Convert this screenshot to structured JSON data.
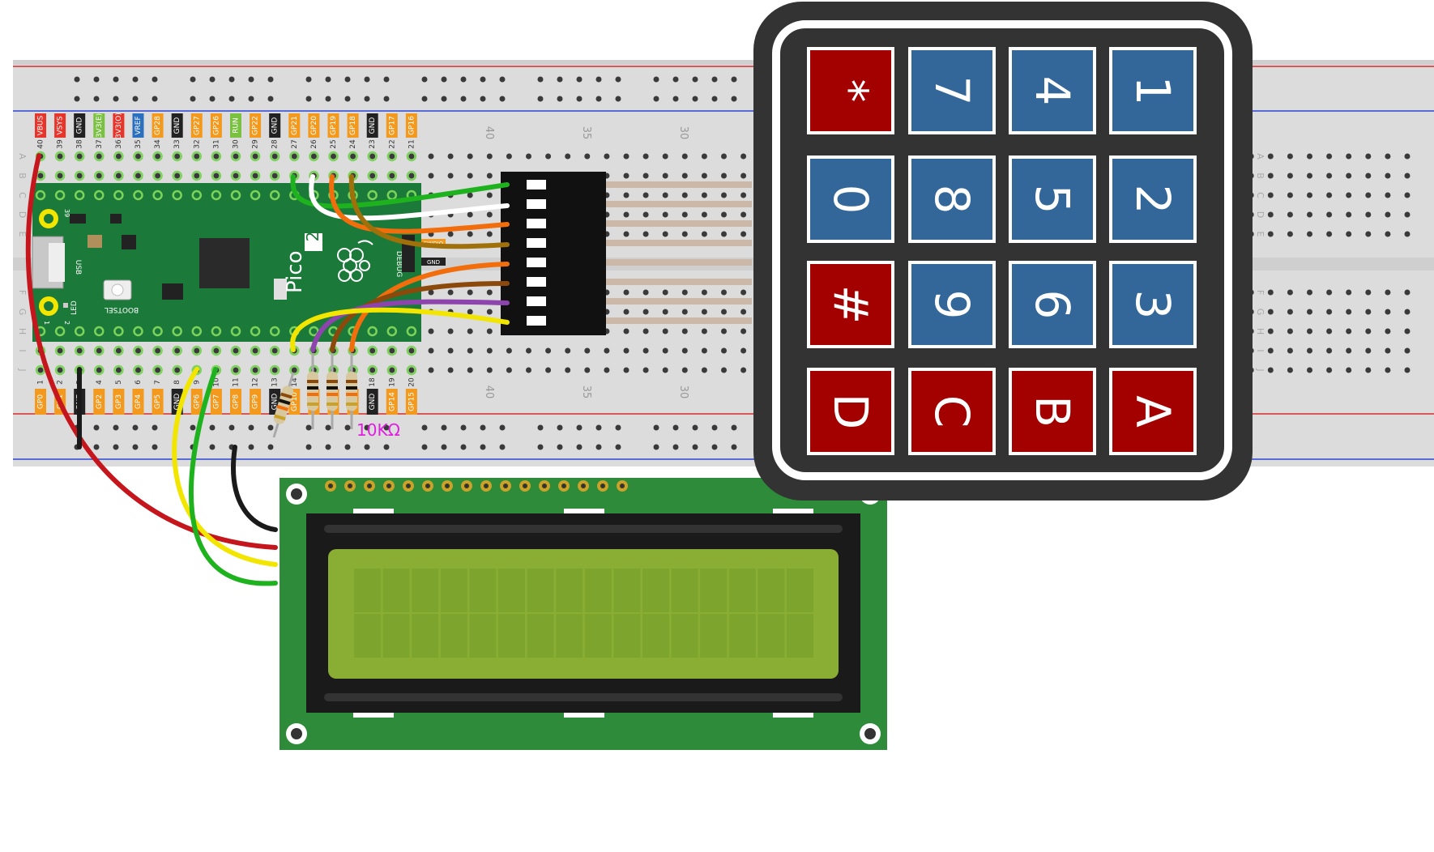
{
  "pico": {
    "top_pins": [
      {
        "label": "VBUS",
        "num": "40",
        "color": "#e7352b"
      },
      {
        "label": "VSYS",
        "num": "39",
        "color": "#e7352b"
      },
      {
        "label": "GND",
        "num": "38",
        "color": "#222222"
      },
      {
        "label": "3V3(E)",
        "num": "37",
        "color": "#7ac142"
      },
      {
        "label": "3V3(O)",
        "num": "36",
        "color": "#e7352b"
      },
      {
        "label": "VREF",
        "num": "35",
        "color": "#2b6fbf"
      },
      {
        "label": "GP28",
        "num": "34",
        "color": "#f39a1e"
      },
      {
        "label": "GND",
        "num": "33",
        "color": "#222222"
      },
      {
        "label": "GP27",
        "num": "32",
        "color": "#f39a1e"
      },
      {
        "label": "GP26",
        "num": "31",
        "color": "#f39a1e"
      },
      {
        "label": "RUN",
        "num": "30",
        "color": "#7ac142"
      },
      {
        "label": "GP22",
        "num": "29",
        "color": "#f39a1e"
      },
      {
        "label": "GND",
        "num": "28",
        "color": "#222222"
      },
      {
        "label": "GP21",
        "num": "27",
        "color": "#f39a1e"
      },
      {
        "label": "GP20",
        "num": "26",
        "color": "#f39a1e"
      },
      {
        "label": "GP19",
        "num": "25",
        "color": "#f39a1e"
      },
      {
        "label": "GP18",
        "num": "24",
        "color": "#f39a1e"
      },
      {
        "label": "GND",
        "num": "23",
        "color": "#222222"
      },
      {
        "label": "GP17",
        "num": "22",
        "color": "#f39a1e"
      },
      {
        "label": "GP16",
        "num": "21",
        "color": "#f39a1e"
      }
    ],
    "bottom_pins": [
      {
        "label": "GP0",
        "num": "1",
        "color": "#f39a1e"
      },
      {
        "label": "GP1",
        "num": "2",
        "color": "#f39a1e"
      },
      {
        "label": "GND",
        "num": "3",
        "color": "#222222"
      },
      {
        "label": "GP2",
        "num": "4",
        "color": "#f39a1e"
      },
      {
        "label": "GP3",
        "num": "5",
        "color": "#f39a1e"
      },
      {
        "label": "GP4",
        "num": "6",
        "color": "#f39a1e"
      },
      {
        "label": "GP5",
        "num": "7",
        "color": "#f39a1e"
      },
      {
        "label": "GND",
        "num": "8",
        "color": "#222222"
      },
      {
        "label": "GP6",
        "num": "9",
        "color": "#f39a1e"
      },
      {
        "label": "GP7",
        "num": "10",
        "color": "#f39a1e"
      },
      {
        "label": "GP8",
        "num": "11",
        "color": "#f39a1e"
      },
      {
        "label": "GP9",
        "num": "12",
        "color": "#f39a1e"
      },
      {
        "label": "GND",
        "num": "13",
        "color": "#222222"
      },
      {
        "label": "GP10",
        "num": "14",
        "color": "#f39a1e"
      },
      {
        "label": "GP11",
        "num": "15",
        "color": "#f39a1e"
      },
      {
        "label": "GP12",
        "num": "16",
        "color": "#f39a1e"
      },
      {
        "label": "GP13",
        "num": "17",
        "color": "#f39a1e"
      },
      {
        "label": "GND",
        "num": "18",
        "color": "#222222"
      },
      {
        "label": "GP14",
        "num": "19",
        "color": "#f39a1e"
      },
      {
        "label": "GP15",
        "num": "20",
        "color": "#f39a1e"
      }
    ],
    "board_text": "Pico",
    "board_badge": "2",
    "usb_label": "USB",
    "led_label": "LED",
    "bootsel_label": "BOOTSEL",
    "debug_label": "DEBUG",
    "swdio_label": "SWDIO",
    "gnd_label": "GND",
    "pin_num_39": "39",
    "pin_num_1": "1",
    "pin_num_2": "2"
  },
  "breadboard": {
    "column_labels_top": [
      "40",
      "35",
      "30"
    ],
    "column_labels_bottom": [
      "40",
      "35",
      "30"
    ],
    "row_labels_left": [
      "A",
      "B",
      "C",
      "D",
      "E",
      "F",
      "G",
      "H",
      "I",
      "J"
    ],
    "row_labels_right": [
      "A",
      "B",
      "C",
      "D",
      "E",
      "F",
      "G",
      "H",
      "I",
      "J"
    ]
  },
  "resistor_label": "10KΩ",
  "keypad": {
    "rows": [
      [
        "*",
        "7",
        "4",
        "1"
      ],
      [
        "0",
        "8",
        "5",
        "2"
      ],
      [
        "#",
        "9",
        "6",
        "3"
      ],
      [
        "D",
        "C",
        "B",
        "A"
      ]
    ],
    "red_keys": [
      "*",
      "#",
      "D",
      "C",
      "B",
      "A"
    ],
    "colors": {
      "red": "#a30000",
      "blue": "#336699",
      "frame": "#333333"
    }
  },
  "colors": {
    "wire_red": "#c4161c",
    "wire_yellow": "#f2e600",
    "wire_green": "#1fb21f",
    "wire_white": "#ffffff",
    "wire_orange": "#f26d0c",
    "wire_brown": "#8b4a0b",
    "wire_olive": "#a0700a",
    "wire_purple": "#8e44ad",
    "wire_black": "#1a1a1a",
    "pcb_green": "#1b7a3a",
    "lcd_pcb": "#2e8b3a",
    "lcd_screen": "#8aad33"
  }
}
